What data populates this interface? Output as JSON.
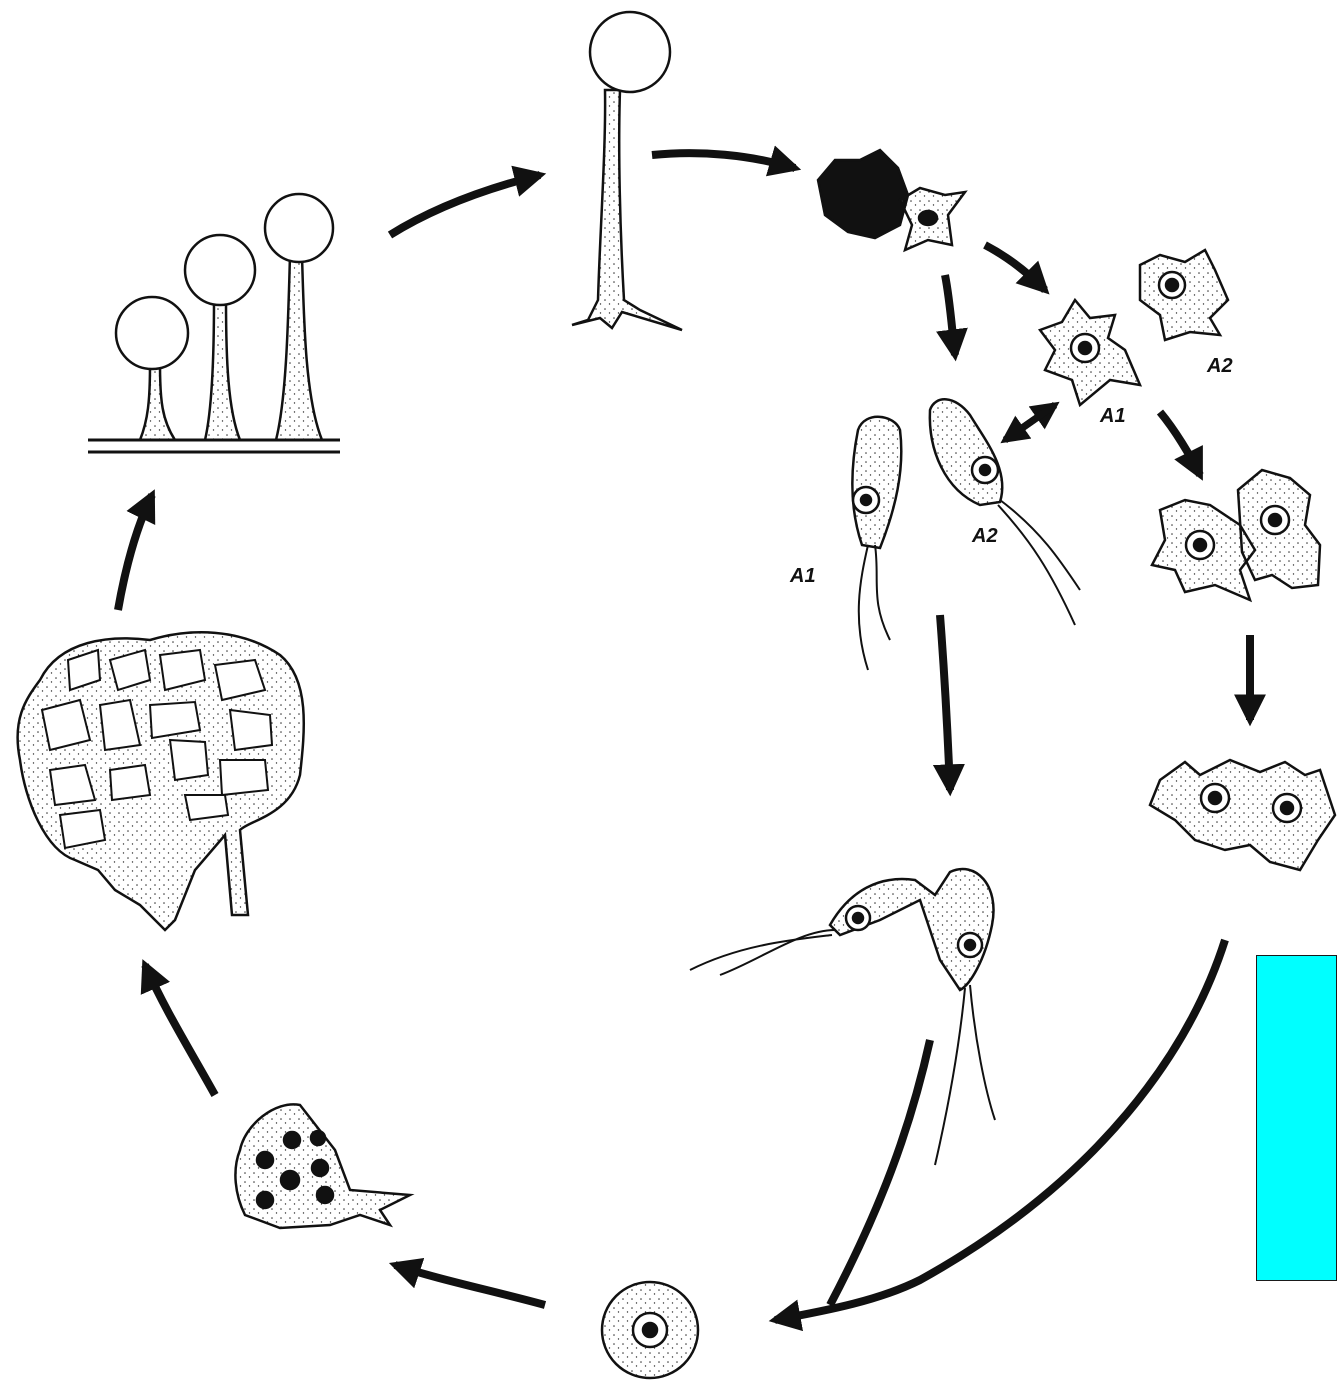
{
  "diagram": {
    "labels": {
      "amoeba_a2_top": "A2",
      "amoeba_a1": "A1",
      "flagellate_a2": "A2",
      "flagellate_a1": "A1"
    },
    "colors": {
      "ink": "#111111",
      "background": "#ffffff",
      "cover_box": "#00ffff"
    }
  }
}
